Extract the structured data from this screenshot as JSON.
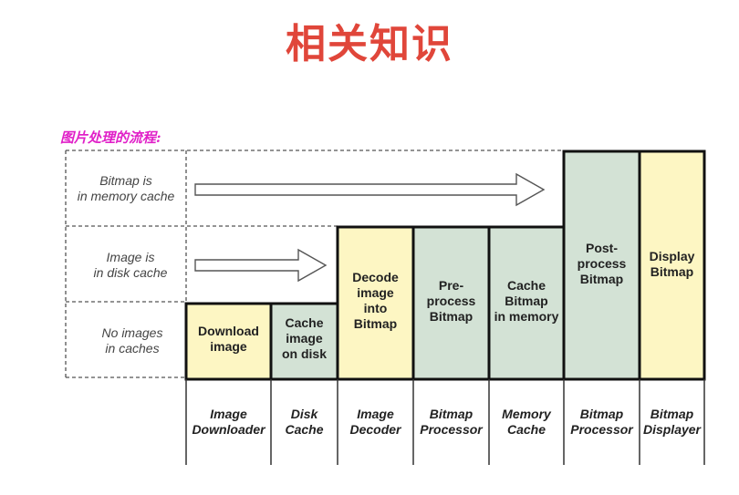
{
  "header": {
    "title": "相关知识"
  },
  "diagram": {
    "subtitle": "图片处理的流程:",
    "colors": {
      "yellow_fill": "#fdf6c3",
      "green_fill": "#d3e2d5",
      "title_red": "#e0463a",
      "subtitle_magenta": "#e020c8",
      "border": "#111111"
    },
    "rows": [
      {
        "label_line1": "Bitmap is",
        "label_line2": "in memory cache"
      },
      {
        "label_line1": "Image is",
        "label_line2": "in disk cache"
      },
      {
        "label_line1": "No images",
        "label_line2": "in caches"
      }
    ],
    "stages": [
      {
        "lines": [
          "Download",
          "image"
        ],
        "color": "yellow",
        "starts_at_row": "No images in caches"
      },
      {
        "lines": [
          "Cache",
          "image",
          "on disk"
        ],
        "color": "green",
        "starts_at_row": "No images in caches"
      },
      {
        "lines": [
          "Decode",
          "image",
          "into",
          "Bitmap"
        ],
        "color": "yellow",
        "starts_at_row": "Image is in disk cache"
      },
      {
        "lines": [
          "Pre-",
          "process",
          "Bitmap"
        ],
        "color": "green",
        "starts_at_row": "Image is in disk cache"
      },
      {
        "lines": [
          "Cache",
          "Bitmap",
          "in memory"
        ],
        "color": "green",
        "starts_at_row": "Image is in disk cache"
      },
      {
        "lines": [
          "Post-",
          "process",
          "Bitmap"
        ],
        "color": "green",
        "starts_at_row": "Bitmap is in memory cache"
      },
      {
        "lines": [
          "Display",
          "Bitmap"
        ],
        "color": "yellow",
        "starts_at_row": "Bitmap is in memory cache"
      }
    ],
    "components": [
      {
        "line1": "Image",
        "line2": "Downloader"
      },
      {
        "line1": "Disk",
        "line2": "Cache"
      },
      {
        "line1": "Image",
        "line2": "Decoder"
      },
      {
        "line1": "Bitmap",
        "line2": "Processor"
      },
      {
        "line1": "Memory",
        "line2": "Cache"
      },
      {
        "line1": "Bitmap",
        "line2": "Processor"
      },
      {
        "line1": "Bitmap",
        "line2": "Displayer"
      }
    ],
    "arrows": [
      {
        "from_row": "Bitmap is in memory cache",
        "skips_to": "Post-process Bitmap"
      },
      {
        "from_row": "Image is in disk cache",
        "skips_to": "Decode image into Bitmap"
      }
    ]
  }
}
